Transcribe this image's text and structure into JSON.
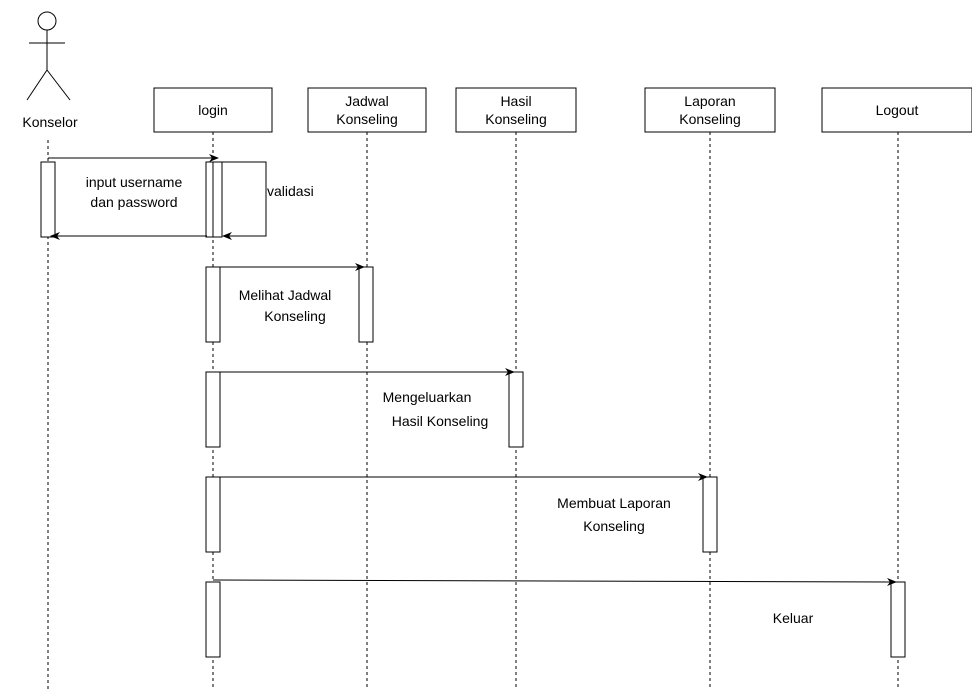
{
  "actor": {
    "label": "Konselor"
  },
  "participants": [
    {
      "id": "login",
      "lines": [
        "login"
      ]
    },
    {
      "id": "jadwal",
      "lines": [
        "Jadwal",
        "Konseling"
      ]
    },
    {
      "id": "hasil",
      "lines": [
        "Hasil",
        "Konseling"
      ]
    },
    {
      "id": "laporan",
      "lines": [
        "Laporan",
        "Konseling"
      ]
    },
    {
      "id": "logout",
      "lines": [
        "Logout"
      ]
    }
  ],
  "messages": [
    {
      "id": "input",
      "from": "actor",
      "to": "login",
      "lines": [
        "input username",
        "dan password"
      ]
    },
    {
      "id": "validasi",
      "from": "login",
      "to": "login",
      "self": true,
      "lines": [
        "validasi"
      ]
    },
    {
      "id": "return",
      "from": "login",
      "to": "actor",
      "return": true,
      "lines": []
    },
    {
      "id": "melihat",
      "from": "login",
      "to": "jadwal",
      "lines": [
        "Melihat Jadwal",
        "Konseling"
      ]
    },
    {
      "id": "mengeluarkan",
      "from": "login",
      "to": "hasil",
      "lines": [
        "Mengeluarkan",
        "Hasil Konseling"
      ]
    },
    {
      "id": "membuat",
      "from": "login",
      "to": "laporan",
      "lines": [
        "Membuat Laporan",
        "Konseling"
      ]
    },
    {
      "id": "keluar",
      "from": "login",
      "to": "logout",
      "lines": [
        "Keluar"
      ]
    }
  ]
}
